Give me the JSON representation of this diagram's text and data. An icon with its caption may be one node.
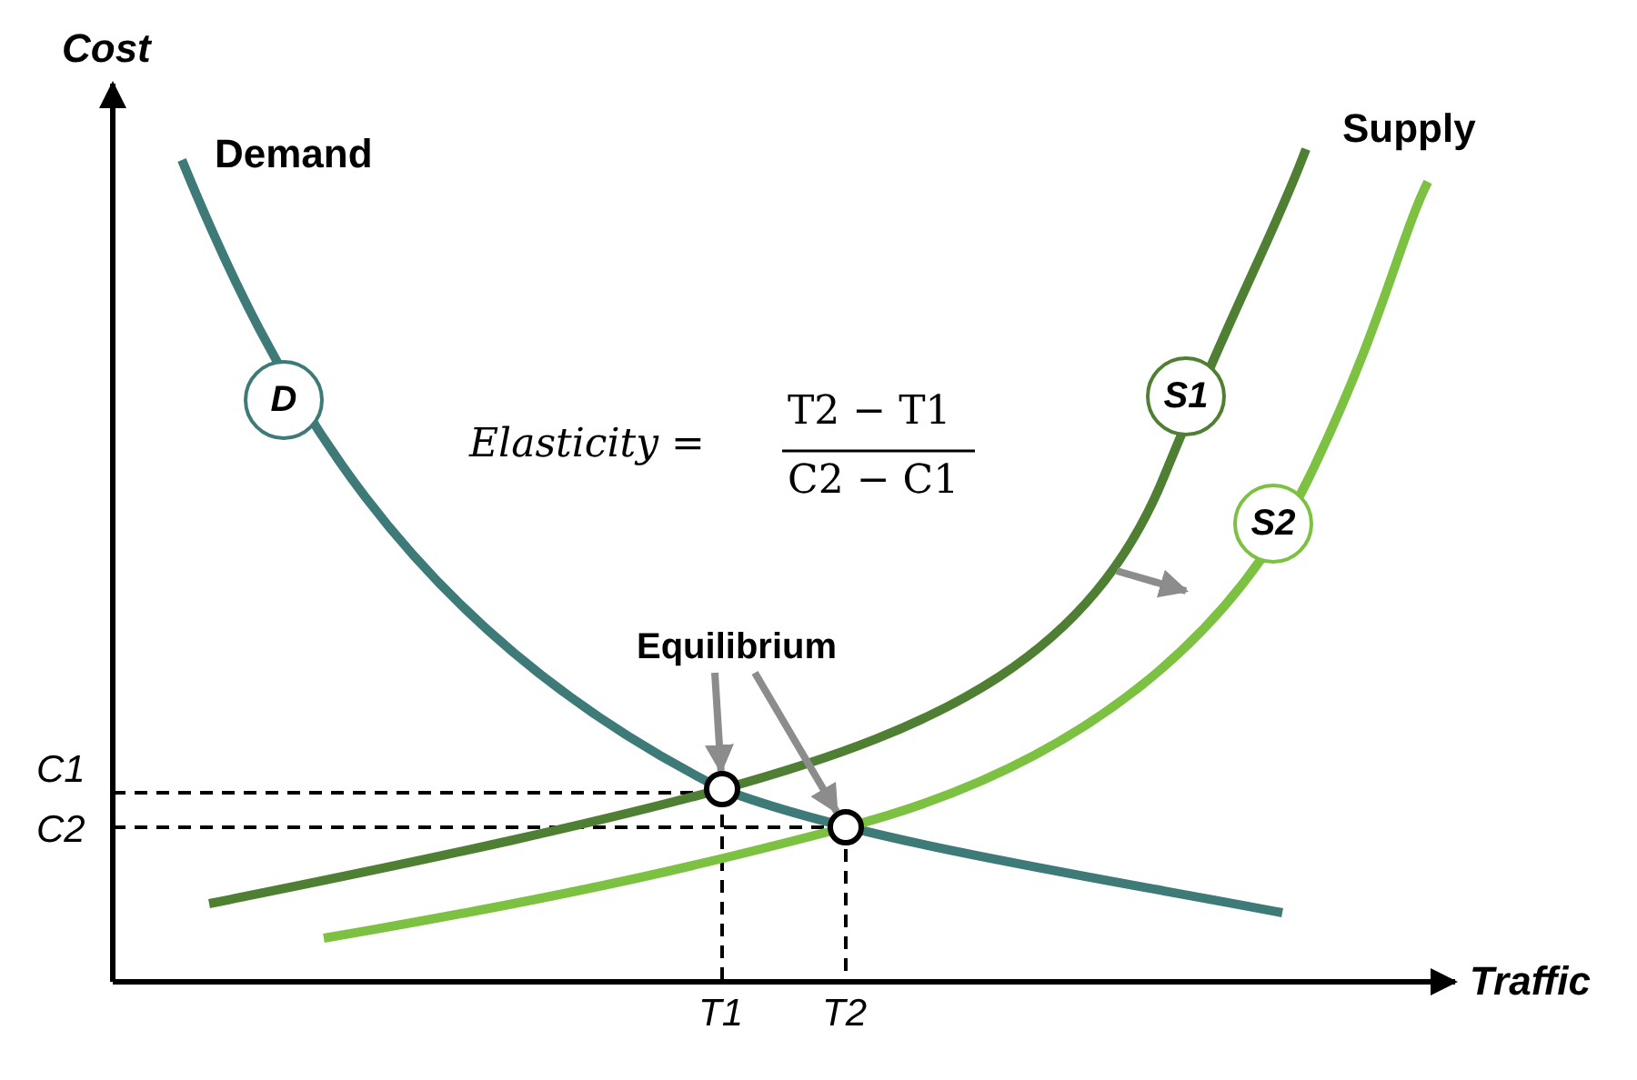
{
  "diagram": {
    "nodes": [
      {
        "text": [
          "D"
        ]
      },
      {
        "text": [
          "S1"
        ]
      },
      {
        "text": [
          "S2"
        ]
      },
      {
        "text": [
          "Equilibrium"
        ]
      },
      {
        "text": [],
        "shape": "circle"
      },
      {
        "text": [],
        "shape": "circle"
      }
    ],
    "edges": [
      {
        "from": 3,
        "to": 4,
        "arrow": "to"
      },
      {
        "from": 3,
        "to": 5,
        "arrow": "to"
      }
    ],
    "labels": [
      "Cost",
      "Demand",
      "Supply",
      "Elasticity =",
      "T2 − T1",
      "C2 − C1",
      "C1",
      "C2",
      "Traffic",
      "T1",
      "T2"
    ]
  }
}
